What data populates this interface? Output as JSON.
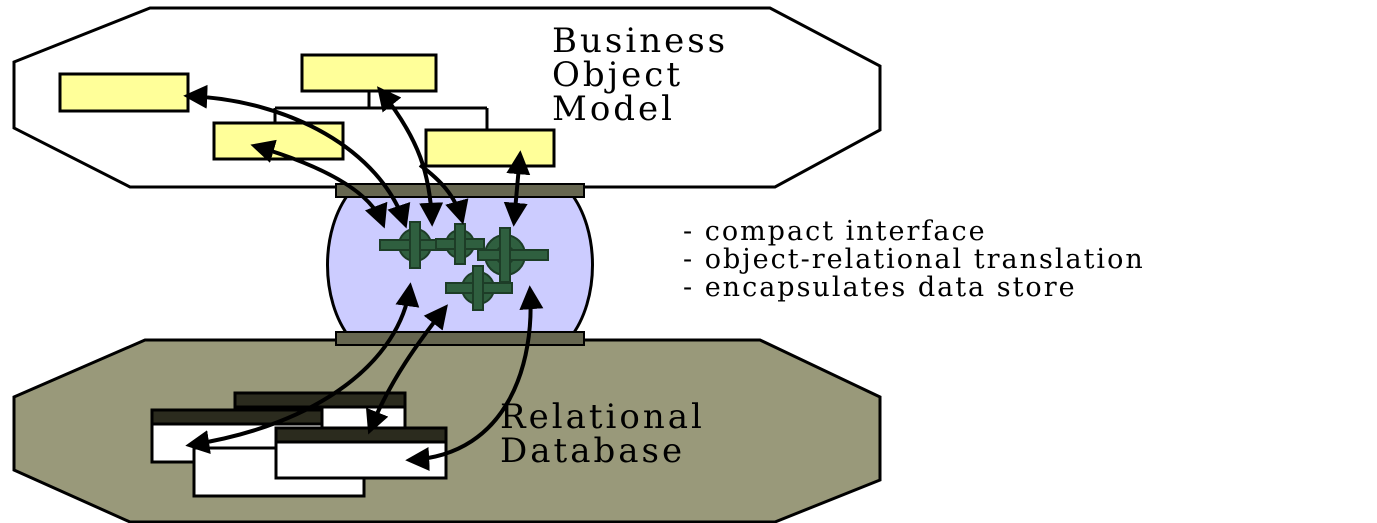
{
  "diagram": {
    "business_object_model": {
      "title_lines": [
        "Business",
        "Object",
        "Model"
      ]
    },
    "relational_database": {
      "title_lines": [
        "Relational",
        "Database"
      ]
    },
    "features": [
      "- compact interface",
      "- object-relational translation",
      "- encapsulates data store"
    ]
  },
  "colors": {
    "business_fill": "#ffffff",
    "object_box_fill": "#ffff99",
    "database_fill": "#99997a",
    "interface_fill": "#ccccff",
    "bar_fill": "#666650",
    "gear_color": "#2f5f3f",
    "table_header_fill": "#2b2b1e",
    "table_body_fill": "#ffffff",
    "arrow_color": "#000000"
  }
}
